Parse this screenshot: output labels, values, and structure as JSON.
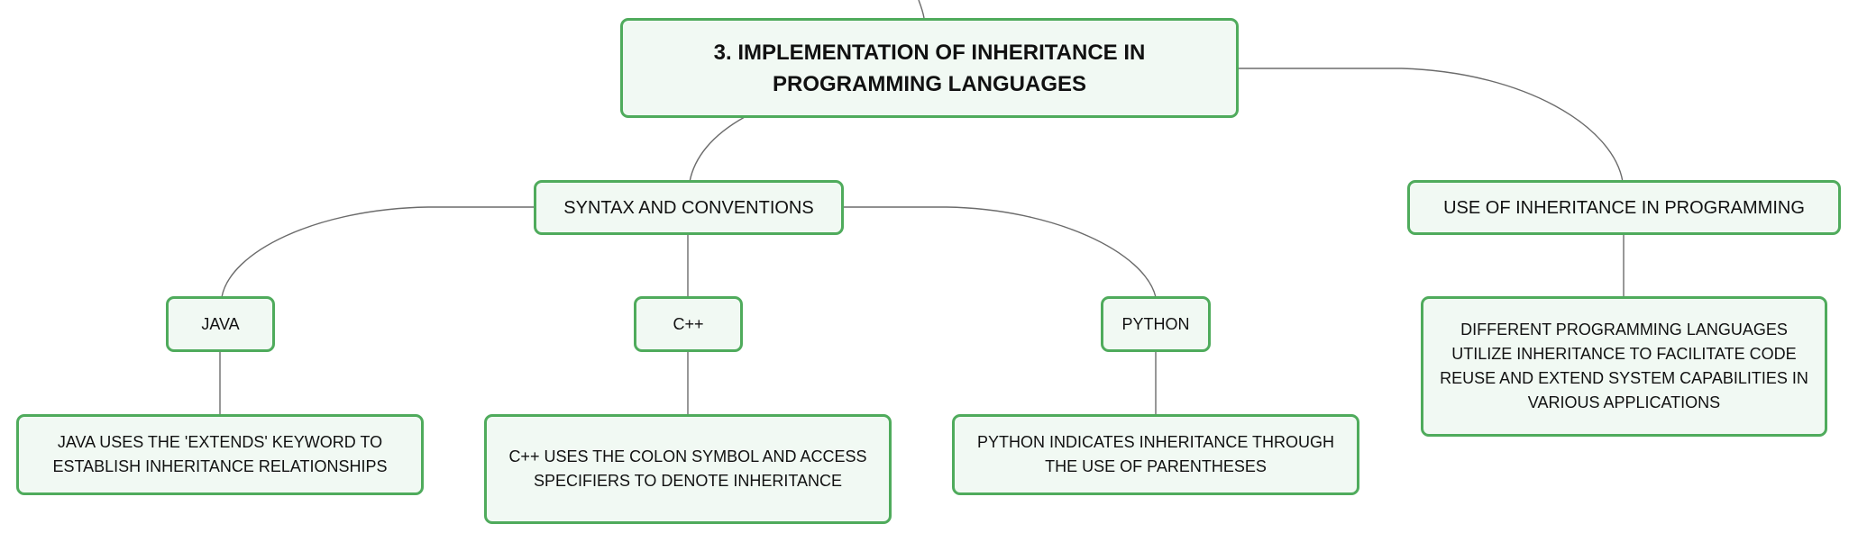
{
  "colors": {
    "node_border": "#4fab5c",
    "node_fill": "#f1f9f3",
    "connector": "#6b6b6b",
    "text": "#111111"
  },
  "mindmap": {
    "root": {
      "label": "3. IMPLEMENTATION OF INHERITANCE IN PROGRAMMING LANGUAGES"
    },
    "syntax": {
      "label": "SYNTAX AND CONVENTIONS",
      "java": {
        "label": "JAVA",
        "detail": "JAVA USES THE 'EXTENDS' KEYWORD TO ESTABLISH INHERITANCE RELATIONSHIPS"
      },
      "cpp": {
        "label": "C++",
        "detail": "C++ USES THE COLON SYMBOL AND ACCESS SPECIFIERS TO DENOTE INHERITANCE"
      },
      "python": {
        "label": "PYTHON",
        "detail": "PYTHON INDICATES INHERITANCE THROUGH THE USE OF PARENTHESES"
      }
    },
    "usage": {
      "label": "USE OF INHERITANCE IN PROGRAMMING",
      "detail": "DIFFERENT PROGRAMMING LANGUAGES UTILIZE INHERITANCE TO FACILITATE CODE REUSE AND EXTEND SYSTEM CAPABILITIES IN VARIOUS APPLICATIONS"
    }
  }
}
